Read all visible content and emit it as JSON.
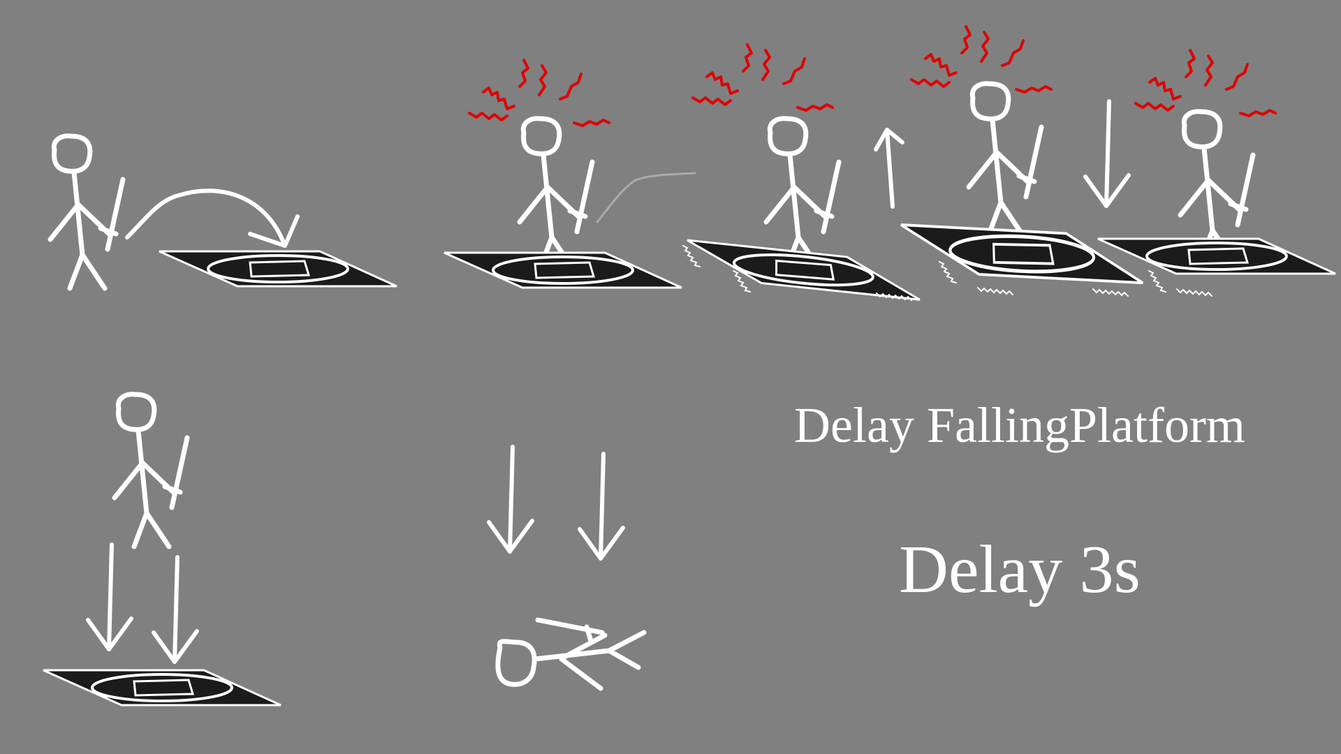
{
  "title": "Delay FallingPlatform",
  "subtitle": "Delay 3s",
  "colors": {
    "background": "#808080",
    "stroke": "#ffffff",
    "platform_fill": "#1b1b1b",
    "shake_marks": "#e00000",
    "motion_trail": "#bdbdbd"
  },
  "icons": {
    "figure": "stick-figure-with-sword",
    "platform": "falling-platform",
    "shake": "red-squiggle-marks",
    "arrows": [
      "up-arrow",
      "down-arrow",
      "jump-arc-arrow"
    ]
  }
}
